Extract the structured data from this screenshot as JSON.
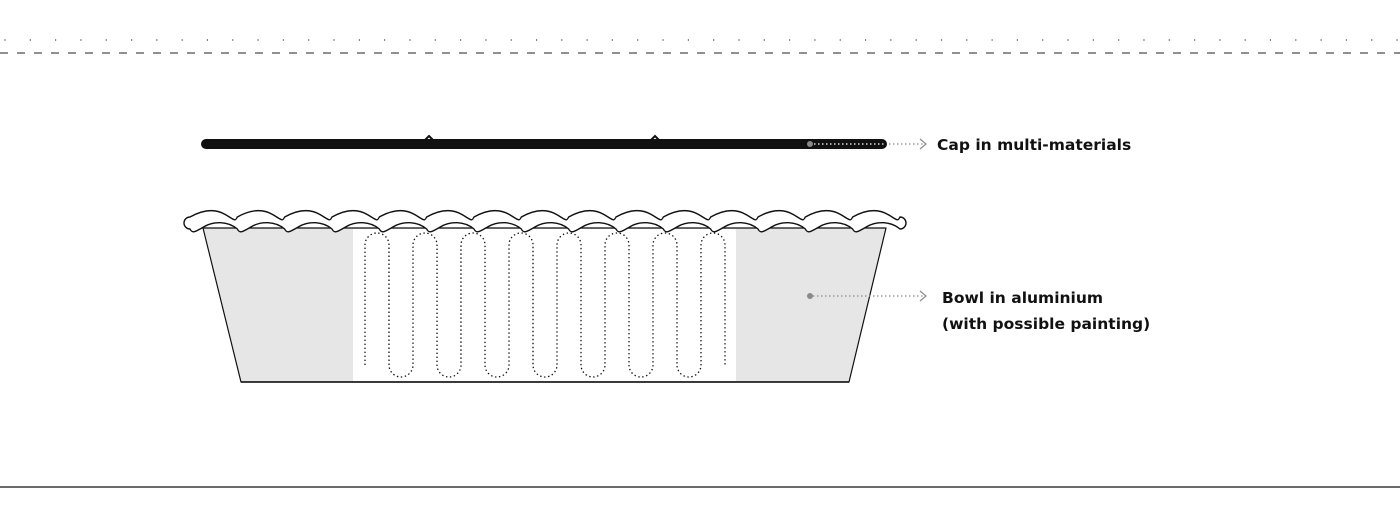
{
  "colors": {
    "ink": "#111111",
    "bowl_fill": "#e6e6e6",
    "background": "#ffffff",
    "leader": "#8a8a8a"
  },
  "parts": [
    {
      "id": "cap",
      "label_lines": [
        "Cap in multi-materials"
      ]
    },
    {
      "id": "bowl",
      "label_lines": [
        "Bowl in aluminium",
        "(with possible painting)"
      ]
    }
  ]
}
